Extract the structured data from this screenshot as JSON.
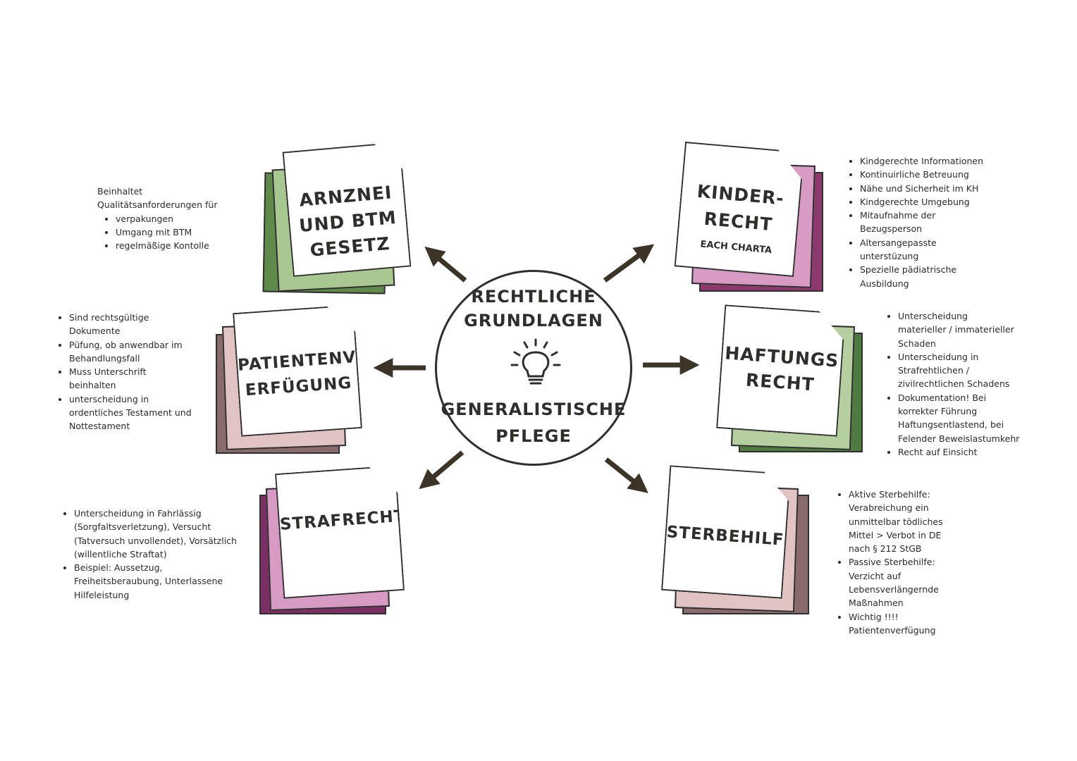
{
  "center": {
    "title_line1": "RECHTLICHE",
    "title_line2": "GRUNDLAGEN",
    "subtitle_line1": "GENERALISTISCHE",
    "subtitle_line2": "PFLEGE",
    "icon": "lightbulb-icon"
  },
  "topics": {
    "arznei": {
      "title_lines": [
        "ARNZNEI",
        "UND BTM",
        "GESETZ"
      ],
      "colors": [
        "#5f8a4a",
        "#8fb27a",
        "#a9c791"
      ],
      "intro": [
        "Beinhaltet",
        "Qualitätsanforderungen für"
      ],
      "bullets": [
        "verpakungen",
        "Umgang mit BTM",
        "regelmäßige Kontolle"
      ]
    },
    "kinder": {
      "title_lines": [
        "KINDER-",
        "RECHT"
      ],
      "sub": "EACH CHARTA",
      "colors": [
        "#8c3a6e",
        "#b76ea1",
        "#d69ac3"
      ],
      "bullets": [
        "Kindgerechte Informationen",
        "Kontinuirliche Betreuung",
        "Nähe und Sicherheit im KH",
        "Kindgerechte Umgebung",
        "Mitaufnahme der Bezugsperson",
        "Altersangepasste unterstüzung",
        "Spezielle pädiatrische Ausbildung"
      ]
    },
    "patienten": {
      "title_lines": [
        "PATIENTENV",
        "ERFÜGUNG"
      ],
      "colors": [
        "#8a6b6b",
        "#c9a3a5",
        "#e2c3c3"
      ],
      "bullets": [
        "Sind rechtsgültige Dokumente",
        "Püfung, ob anwendbar im Behandlungsfall",
        "Muss Unterschrift beinhalten",
        "unterscheidung in ordentliches Testament und Nottestament"
      ]
    },
    "haftung": {
      "title_lines": [
        "HAFTUNGS",
        "RECHT"
      ],
      "colors": [
        "#4f7a42",
        "#8fb27a",
        "#b5cfa0"
      ],
      "bullets": [
        "Unterscheidung materieller / immaterieller Schaden",
        "Unterscheidung in Strafrehtlichen / zivilrechtlichen Schadens",
        "Dokumentation! Bei korrekter Führung Haftungsentlastend, bei Felender Beweislastumkehr",
        "Recht auf Einsicht"
      ]
    },
    "straf": {
      "title_lines": [
        "STRAFRECHT"
      ],
      "colors": [
        "#7a2e63",
        "#b76ea1",
        "#d69ac3"
      ],
      "bullets": [
        "Unterscheidung in Fahrlässig (Sorgfaltsverletzung), Versucht (Tatversuch unvollendet), Vorsätzlich (willentliche Straftat)",
        "Beispiel: Aussetzug, Freiheitsberaubung, Unterlassene Hilfeleistung"
      ]
    },
    "sterbe": {
      "title_lines": [
        "STERBEHILFE"
      ],
      "colors": [
        "#8a6b6b",
        "#c9a3a5",
        "#e2c3c3"
      ],
      "bullets": [
        "Aktive Sterbehilfe: Verabreichung ein unmittelbar tödliches Mittel > Verbot in DE nach § 212 StGB",
        "Passive Sterbehilfe: Verzicht auf Lebensverlängernde Maßnahmen",
        "Wichtig !!!! Patientenverfügung"
      ]
    }
  },
  "colors": {
    "ink": "#2f2f2f",
    "arrow": "#3d3428"
  }
}
